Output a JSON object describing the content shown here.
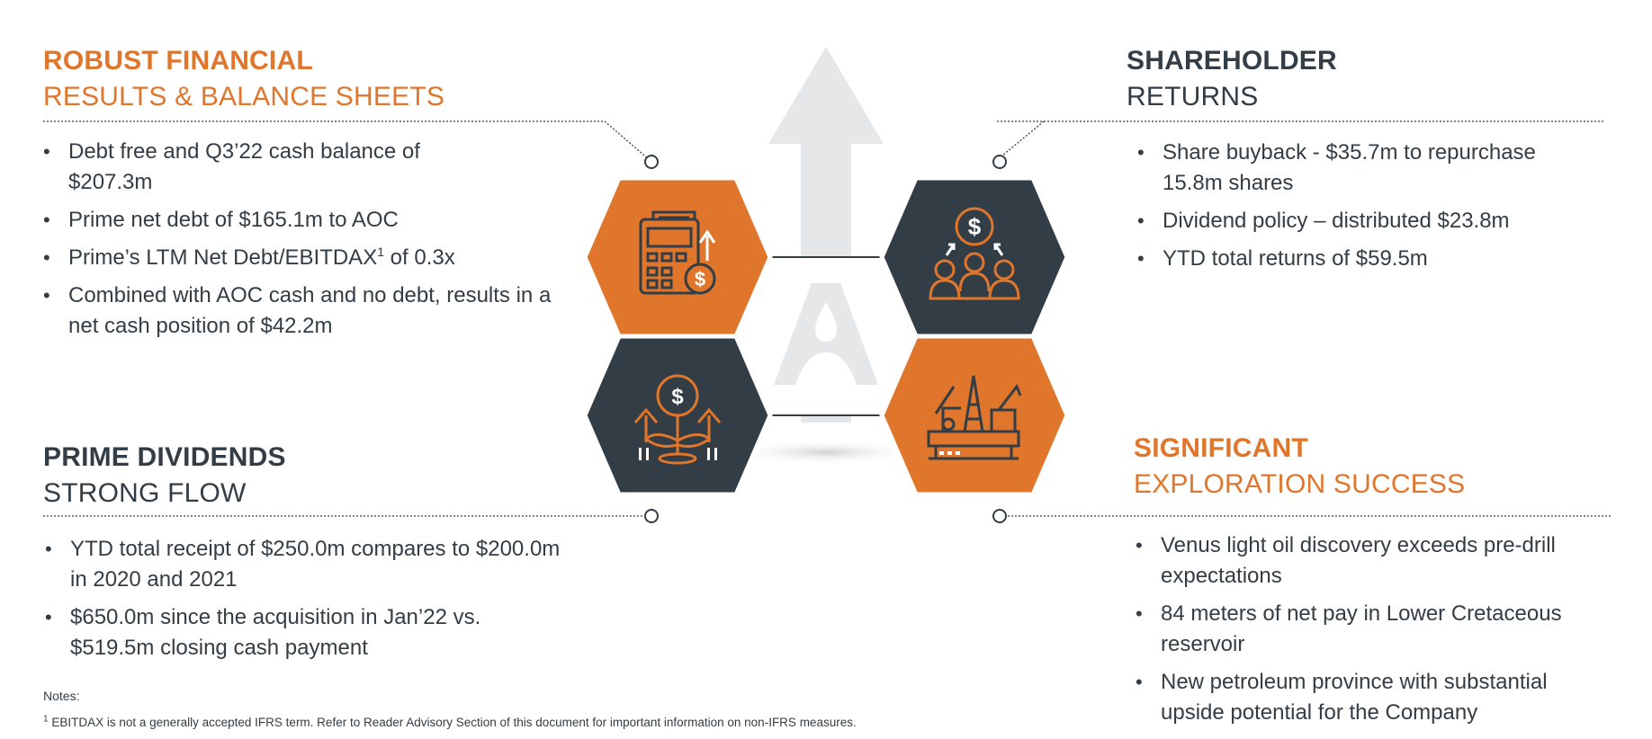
{
  "sections": {
    "top_left": {
      "title_bold": "ROBUST FINANCIAL",
      "title_light": "RESULTS & BALANCE SHEETS",
      "bullets": [
        {
          "text": "Debt free and Q3’22 cash balance of $207.3m"
        },
        {
          "text": "Prime net debt of $165.1m to AOC"
        },
        {
          "pre": "Prime’s LTM Net Debt/EBITDAX",
          "sup": "1",
          "post": " of 0.3x"
        },
        {
          "text": "Combined with AOC cash and no debt, results in a net cash position of $42.2m"
        }
      ]
    },
    "top_right": {
      "title_bold": "SHAREHOLDER",
      "title_light": "RETURNS",
      "bullets": [
        {
          "text": "Share buyback - $35.7m to repurchase 15.8m shares"
        },
        {
          "text": "Dividend policy – distributed $23.8m"
        },
        {
          "text": "YTD total returns of $59.5m"
        }
      ]
    },
    "bottom_left": {
      "title_bold": "PRIME DIVIDENDS",
      "title_light": "STRONG FLOW",
      "bullets": [
        {
          "text": "YTD total receipt of $250.0m compares to $200.0m in 2020 and 2021"
        },
        {
          "text": "$650.0m since the acquisition in Jan’22 vs. $519.5m closing cash payment"
        }
      ]
    },
    "bottom_right": {
      "title_bold": "SIGNIFICANT",
      "title_light": "EXPLORATION SUCCESS",
      "bullets": [
        {
          "text": "Venus light oil discovery exceeds pre-drill expectations"
        },
        {
          "text": "84 meters of net pay in Lower Cretaceous reservoir"
        },
        {
          "text": "New petroleum province with substantial upside potential for the Company"
        }
      ]
    }
  },
  "notes": {
    "label": "Notes:",
    "footnote_mark": "1",
    "footnote": " EBITDAX is not a generally accepted IFRS term. Refer to Reader Advisory Section of this document for important information on non-IFRS measures."
  },
  "icons": {
    "top_left_hex": "calculator-dollar-icon",
    "top_right_hex": "shareholders-dollar-icon",
    "bottom_left_hex": "money-plant-icon",
    "bottom_right_hex": "offshore-rig-icon",
    "center_hex": "company-logo-a",
    "background": "up-arrow-icon"
  },
  "colors": {
    "orange": "#e0762b",
    "dark": "#333d45",
    "arrow_gray": "#e6e7e8",
    "text": "#333d45"
  }
}
